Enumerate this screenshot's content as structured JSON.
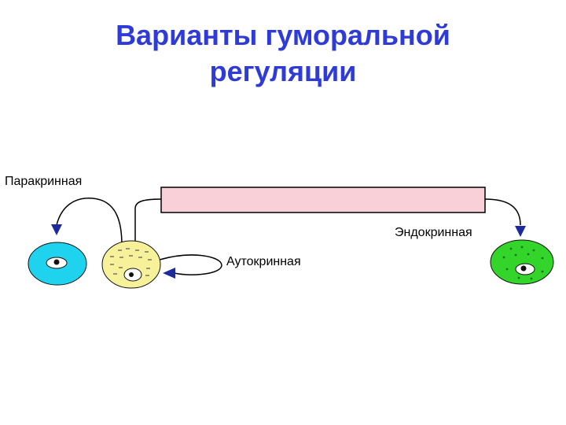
{
  "title": {
    "line1": "Варианты гуморальной",
    "line2": "регуляции"
  },
  "labels": {
    "paracrine": "Паракринная",
    "endocrine": "Эндокринная",
    "autocrine": "Аутокринная"
  },
  "colors": {
    "title": "#2f3bd6",
    "vessel_fill": "#f9d0d8",
    "target_cell_cyan": "#1fd3ee",
    "secreting_cell_yellow": "#f7f19a",
    "target_cell_green": "#33d52a",
    "arrow": "#1c2a9c"
  },
  "icons": {
    "vessel": "blood-vessel-bar",
    "cyan_cell": "paracrine-target-cell",
    "yellow_cell": "secreting-cell",
    "green_cell": "endocrine-target-cell"
  }
}
